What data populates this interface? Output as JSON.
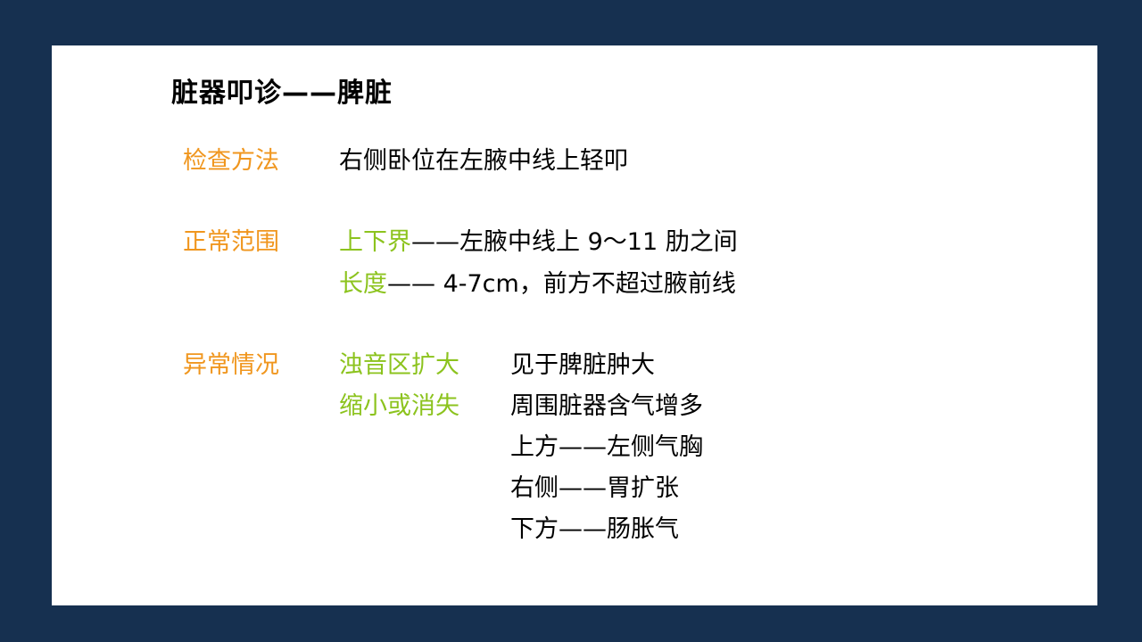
{
  "slide": {
    "title": "脏器叩诊——脾脏",
    "sections": {
      "method": {
        "label": "检查方法",
        "text": "右侧卧位在左腋中线上轻叩"
      },
      "normal": {
        "label": "正常范围",
        "rows": [
          {
            "key": "上下界",
            "text": "——左腋中线上 9～11 肋之间"
          },
          {
            "key": "长度",
            "text": "—— 4-7cm，前方不超过腋前线"
          }
        ]
      },
      "abnormal": {
        "label": "异常情况",
        "rows": [
          {
            "key": "浊音区扩大",
            "text": "见于脾脏肿大"
          },
          {
            "key": "缩小或消失",
            "text": "周围脏器含气增多"
          }
        ],
        "sub_items": [
          "上方——左侧气胸",
          "右侧——胃扩张",
          "下方——肠胀气"
        ]
      }
    }
  },
  "colors": {
    "background": "#163050",
    "label_orange": "#f0961e",
    "key_green": "#8cc31e",
    "text": "#000000"
  }
}
